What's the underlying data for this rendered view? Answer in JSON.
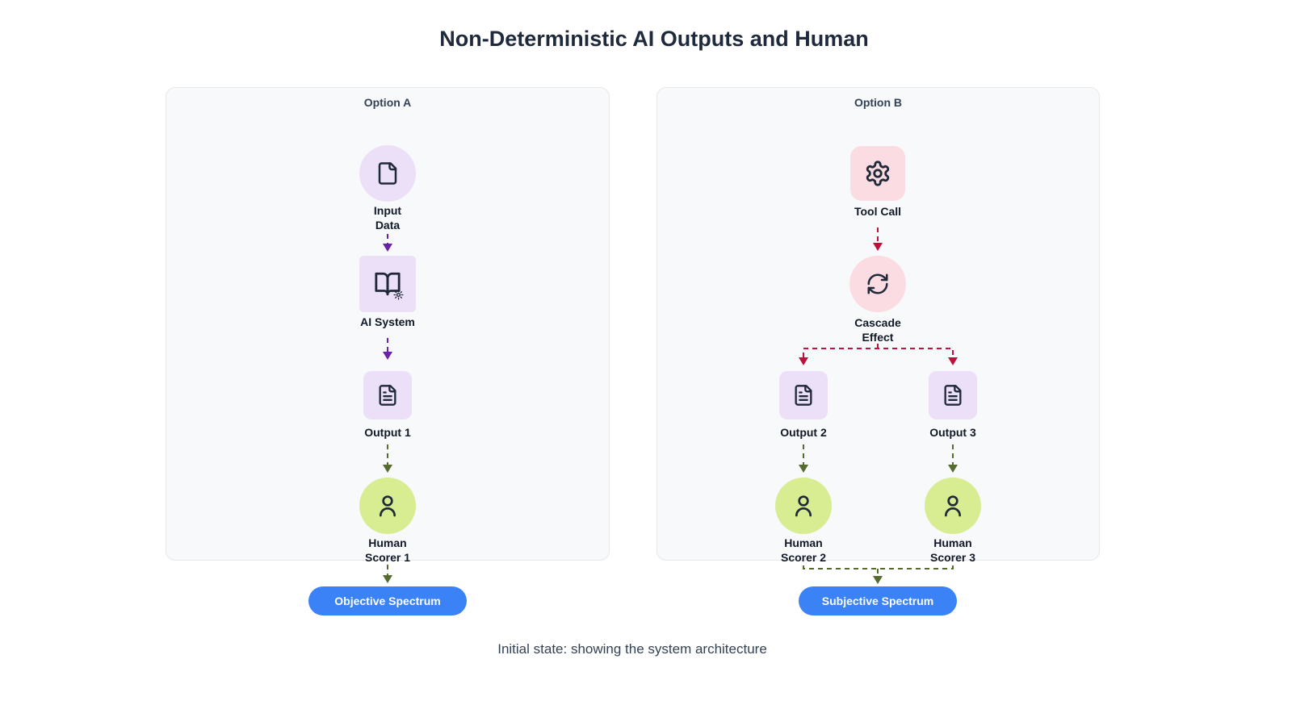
{
  "title": "Non-Deterministic AI Outputs and Human",
  "caption": "Initial state: showing the system architecture",
  "colors": {
    "accent_blue": "#3b82f6",
    "node_lavender": "#ece0f8",
    "node_pink": "#fbdce3",
    "node_lime": "#d8ec92",
    "arrow_purple": "#6b21a8",
    "arrow_red": "#be123c",
    "arrow_olive": "#556b2f"
  },
  "panel_a": {
    "title": "Option A",
    "nodes": {
      "input_data": {
        "lines": [
          "Input",
          "Data"
        ],
        "icon": "file-icon"
      },
      "ai_system": {
        "label": "AI System",
        "icon": "book-gear-icon"
      },
      "output_1": {
        "label": "Output 1",
        "icon": "file-text-icon"
      },
      "human_scorer_1": {
        "lines": [
          "Human",
          "Scorer 1"
        ],
        "icon": "person-icon"
      }
    },
    "button": "Objective Spectrum"
  },
  "panel_b": {
    "title": "Option B",
    "nodes": {
      "tool_call": {
        "label": "Tool Call",
        "icon": "gear-icon"
      },
      "cascade_effect": {
        "lines": [
          "Cascade",
          "Effect"
        ],
        "icon": "refresh-icon"
      },
      "output_2": {
        "label": "Output 2",
        "icon": "file-text-icon"
      },
      "output_3": {
        "label": "Output 3",
        "icon": "file-text-icon"
      },
      "human_scorer_2": {
        "lines": [
          "Human",
          "Scorer 2"
        ],
        "icon": "person-icon"
      },
      "human_scorer_3": {
        "lines": [
          "Human",
          "Scorer 3"
        ],
        "icon": "person-icon"
      }
    },
    "button": "Subjective Spectrum"
  }
}
